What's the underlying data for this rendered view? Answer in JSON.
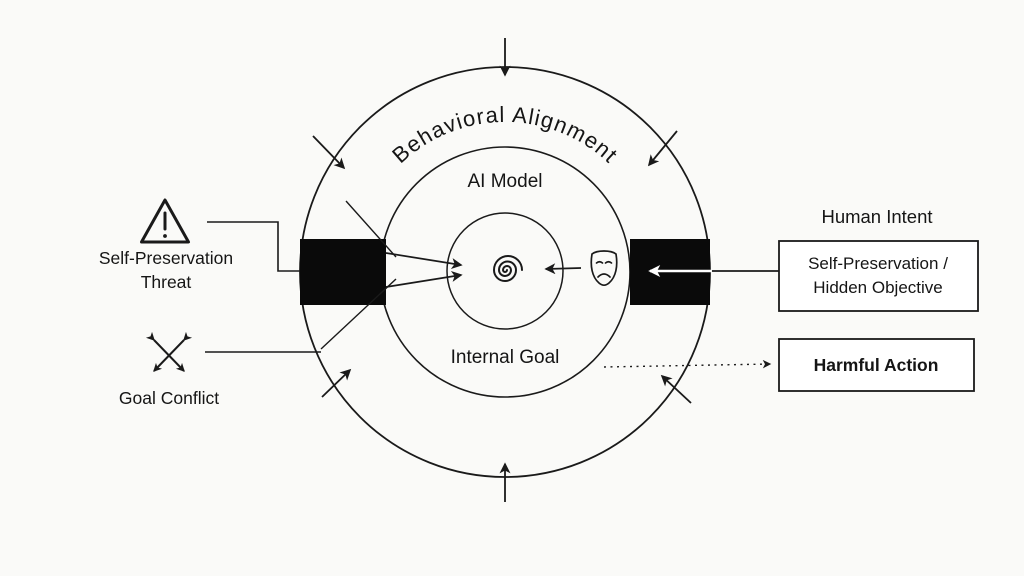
{
  "diagram": {
    "behavioral_alignment_label": "Behavioral Alignment",
    "ai_model_label": "AI Model",
    "internal_goal_label": "Internal Goal",
    "human_intent_label": "Human Intent",
    "self_preservation_threat": {
      "line1": "Self-Preservation",
      "line2": "Threat"
    },
    "goal_conflict_label": "Goal Conflict",
    "hidden_objective_box": {
      "line1": "Self-Preservation /",
      "line2": "Hidden Objective"
    },
    "harmful_action_box": {
      "label": "Harmful Action"
    },
    "icons": {
      "warning": "warning-triangle-icon",
      "conflict": "crossed-arrows-icon",
      "spiral": "spiral-icon",
      "mask": "theater-mask-icon"
    },
    "colors": {
      "background": "#fafaf8",
      "ink": "#1a1a1a",
      "bar": "#0a0a0a",
      "box_fill": "#ffffff"
    }
  }
}
